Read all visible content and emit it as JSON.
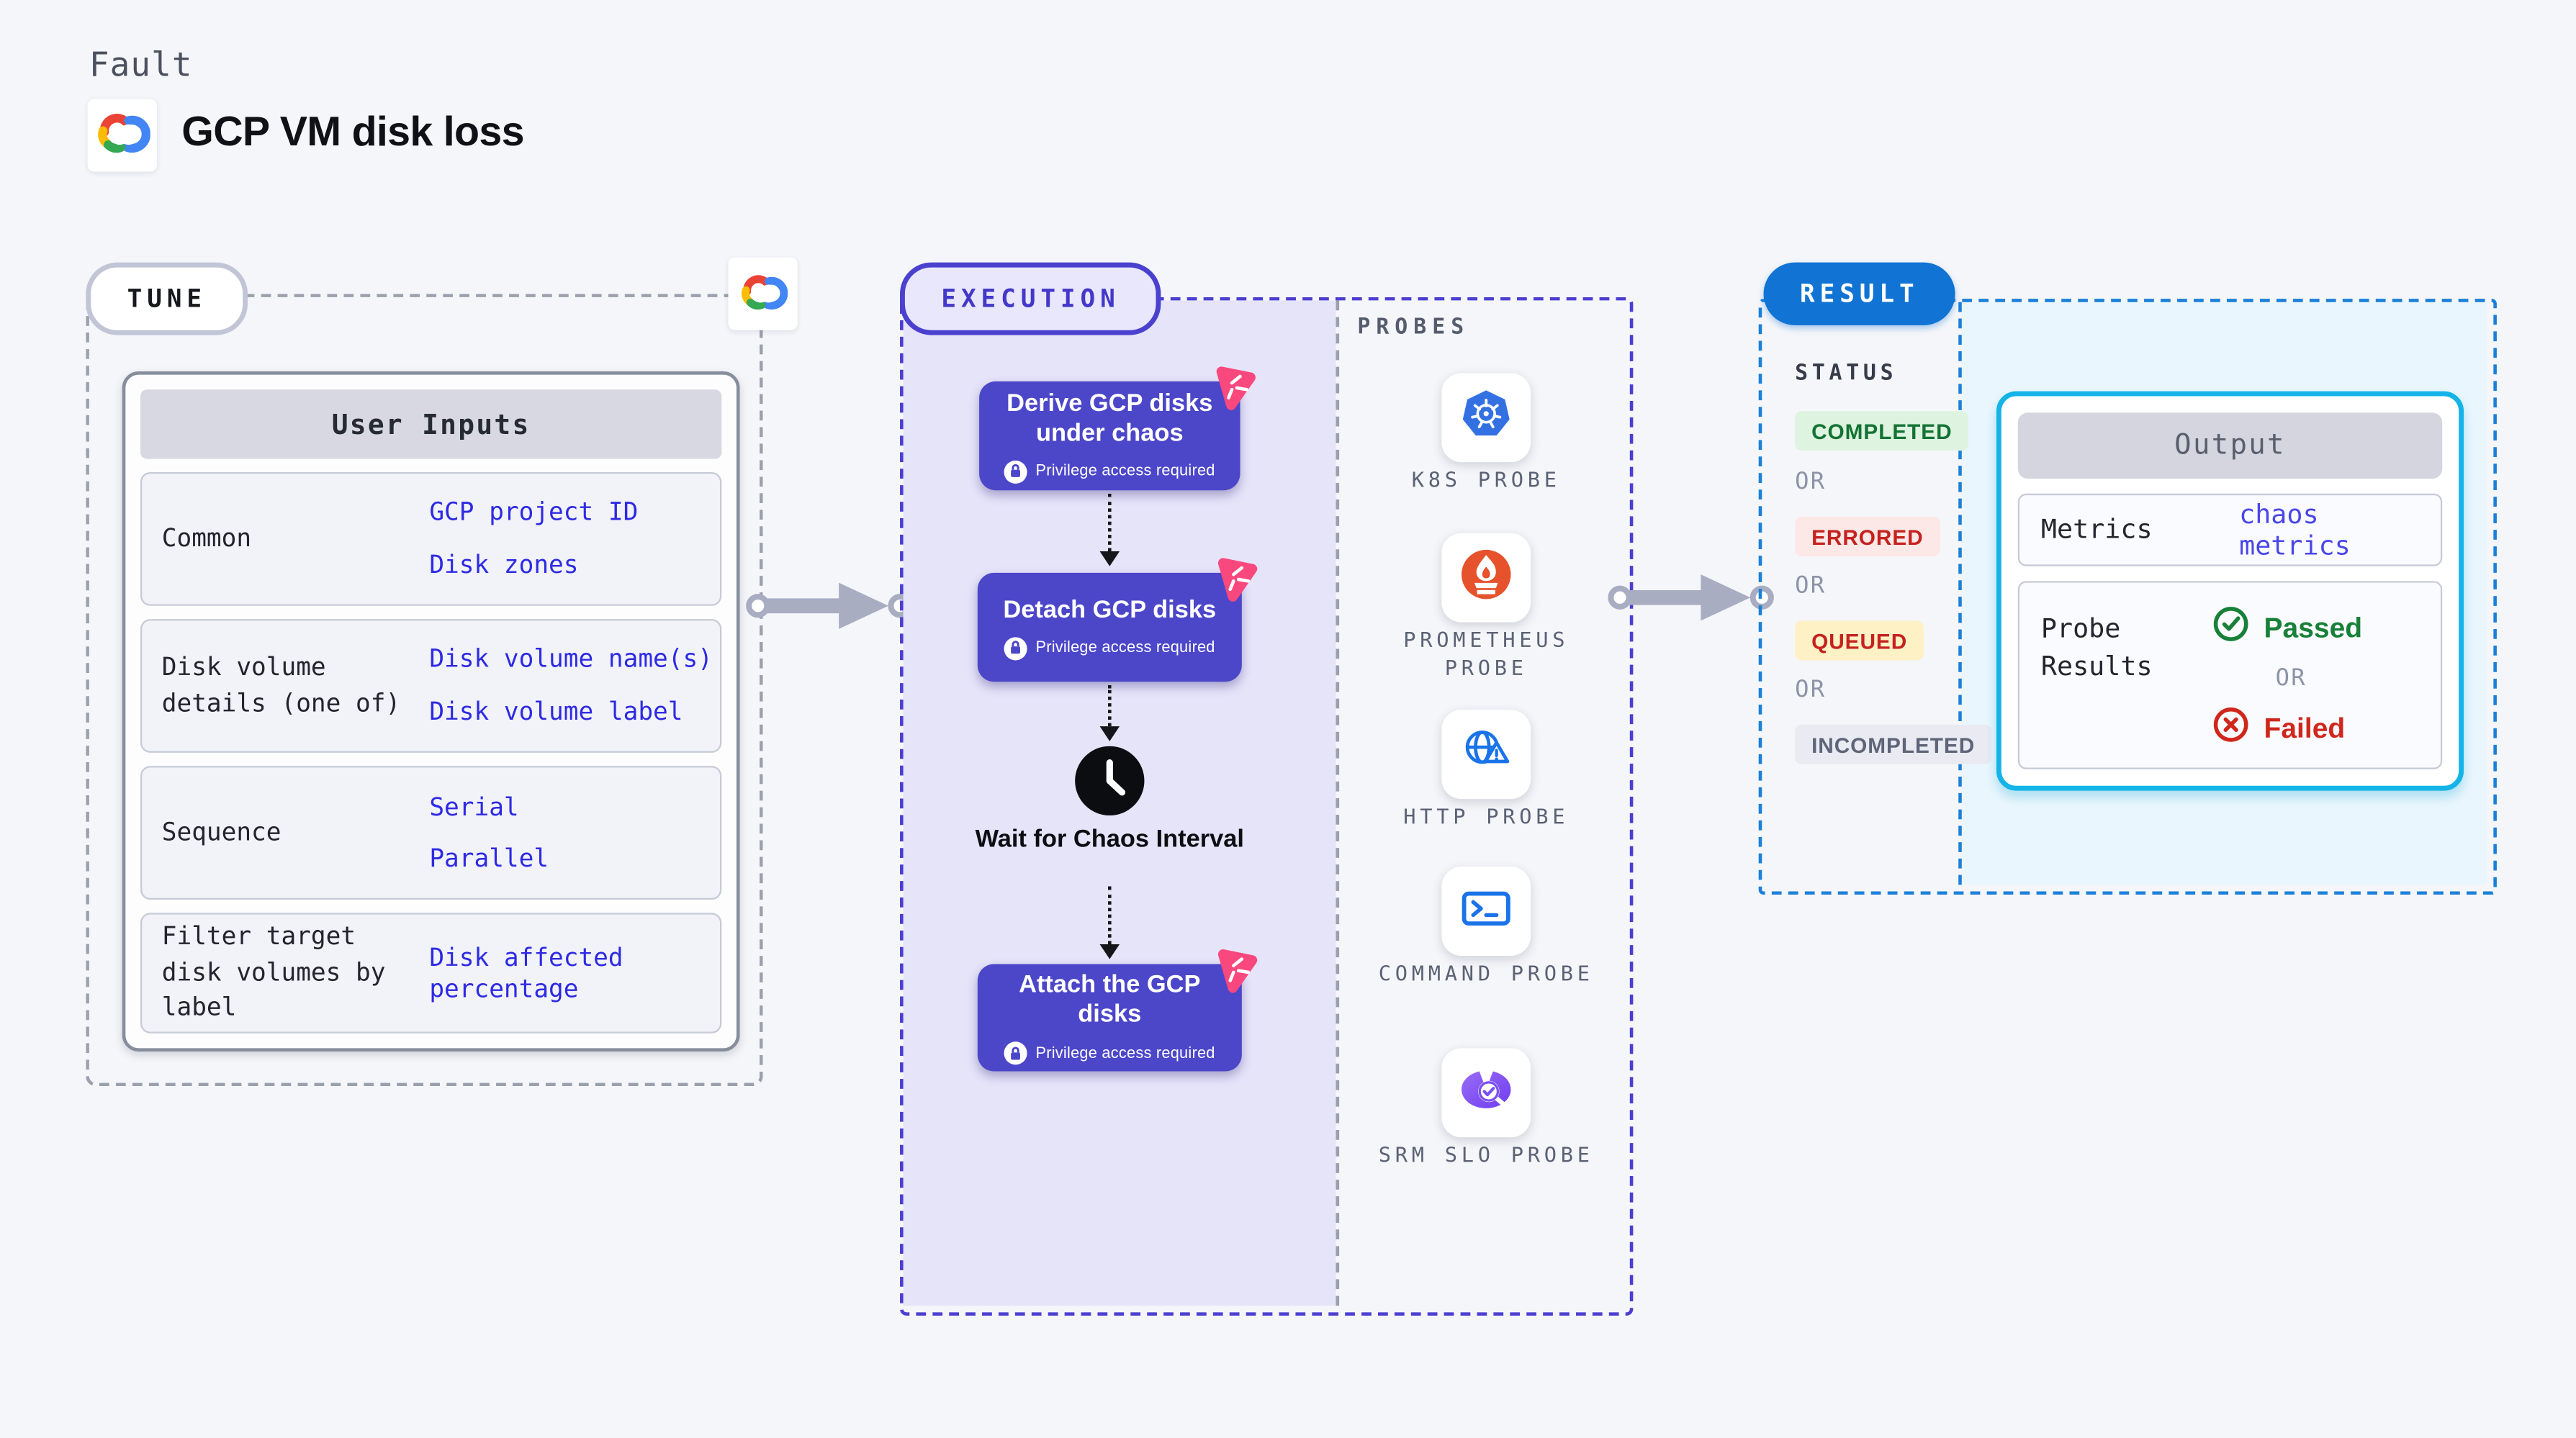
{
  "header": {
    "eyebrow": "Fault",
    "title": "GCP VM disk loss",
    "logo": "google-cloud-logo"
  },
  "tune": {
    "label": "TUNE",
    "table": {
      "title": "User Inputs",
      "rows": [
        {
          "label": "Common",
          "values": [
            "GCP project ID",
            "Disk zones"
          ]
        },
        {
          "label": "Disk volume details (one of)",
          "values": [
            "Disk volume name(s)",
            "Disk volume label"
          ]
        },
        {
          "label": "Sequence",
          "values": [
            "Serial",
            "Parallel"
          ]
        },
        {
          "label": "Filter target disk volumes by label",
          "values": [
            "Disk affected percentage"
          ]
        }
      ]
    }
  },
  "execution": {
    "label": "EXECUTION",
    "privilege_note": "Privilege access required",
    "steps": [
      {
        "title": "Derive GCP disks under chaos",
        "type": "action"
      },
      {
        "title": "Detach GCP disks",
        "type": "action"
      },
      {
        "title": "Wait for Chaos Interval",
        "type": "wait"
      },
      {
        "title": "Attach the GCP disks",
        "type": "action"
      }
    ]
  },
  "probes": {
    "label": "PROBES",
    "items": [
      {
        "name": "K8S PROBE",
        "icon": "kubernetes-icon"
      },
      {
        "name": "PROMETHEUS PROBE",
        "icon": "prometheus-icon"
      },
      {
        "name": "HTTP PROBE",
        "icon": "http-globe-icon"
      },
      {
        "name": "COMMAND PROBE",
        "icon": "terminal-icon"
      },
      {
        "name": "SRM SLO PROBE",
        "icon": "slo-gauge-icon"
      }
    ]
  },
  "result": {
    "label": "RESULT",
    "status_heading": "STATUS",
    "or": "OR",
    "statuses": [
      {
        "text": "COMPLETED"
      },
      {
        "text": "ERRORED"
      },
      {
        "text": "QUEUED"
      },
      {
        "text": "INCOMPLETED"
      }
    ],
    "output": {
      "title": "Output",
      "metrics_label": "Metrics",
      "metrics_value": "chaos metrics",
      "probe_results_label": "Probe Results",
      "passed": "Passed",
      "or": "OR",
      "failed": "Failed"
    }
  },
  "colors": {
    "page_bg": "#f5f6fa",
    "node_indigo": "#4c46c9",
    "execution_lavender": "#e6e4f9",
    "execution_border": "#4b3fd1",
    "tune_border": "#9aa0ac",
    "result_blue": "#1173d3",
    "result_border": "#1b80d8",
    "output_cyan_border": "#14b4e8",
    "output_cyan_bg": "#e9f6fd",
    "link_blue": "#2e2ae2",
    "passed_green": "#188038",
    "failed_red": "#d0271d",
    "queued_yellow_bg": "#fdf1c5",
    "badge_pink": "#f9487e",
    "arrow_gray": "#a8adc2"
  }
}
